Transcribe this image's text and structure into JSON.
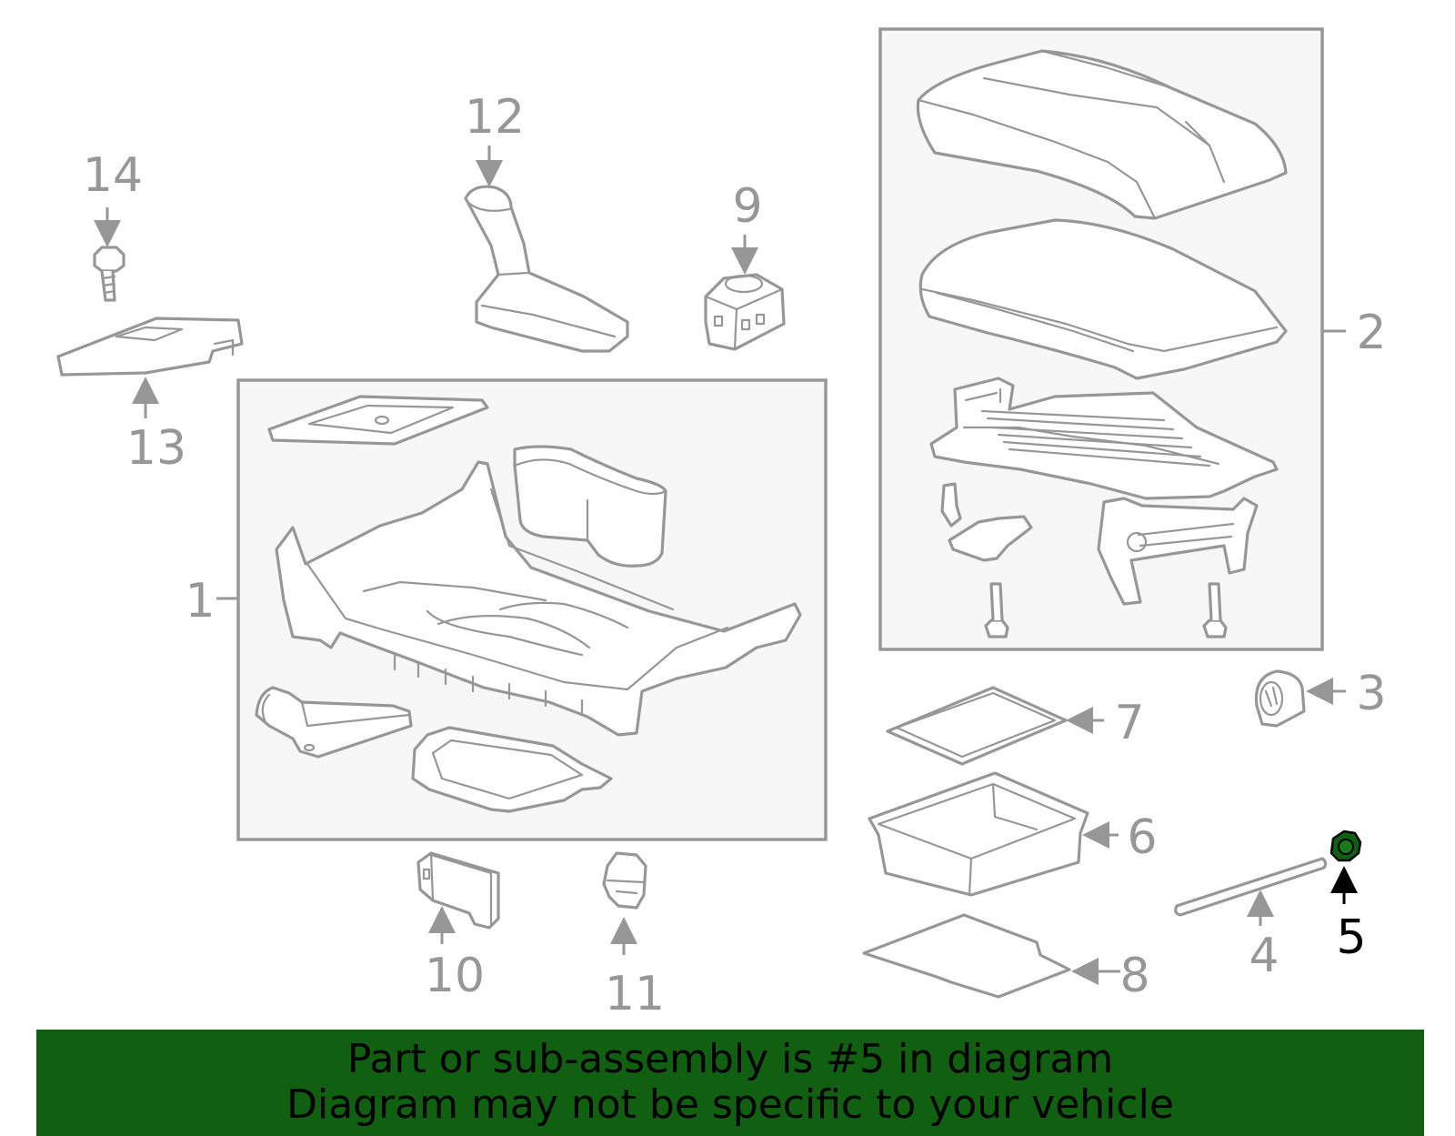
{
  "diagram": {
    "highlight_part": "5",
    "highlight_color": "#116011",
    "line_color": "#979797",
    "callouts": [
      "1",
      "2",
      "3",
      "4",
      "5",
      "6",
      "7",
      "8",
      "9",
      "10",
      "11",
      "12",
      "13",
      "14"
    ]
  },
  "banner": {
    "line1": "Part or sub-assembly is #5 in diagram",
    "line2": "Diagram may not be specific to your vehicle",
    "background": "#116011"
  }
}
